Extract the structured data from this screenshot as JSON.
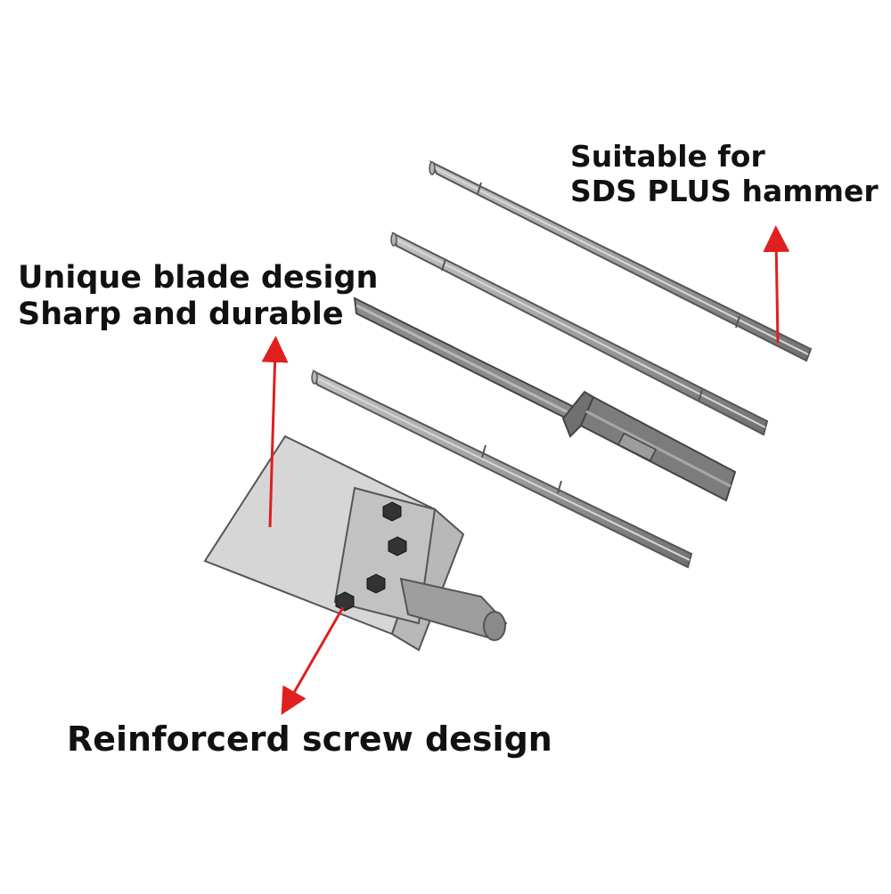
{
  "annotations": {
    "sds": {
      "line1": "Suitable for",
      "line2": "SDS PLUS hammer"
    },
    "blade": {
      "line1": "Unique blade design",
      "line2": "Sharp and durable"
    },
    "screw": {
      "line1": "Reinforcerd screw design"
    }
  },
  "colors": {
    "arrow": "#e01f1f",
    "rod_body": "#9a9a9a",
    "rod_dark": "#6e6e6e",
    "rod_light": "#c9c9c9",
    "blade": "#d3d3d3",
    "screw": "#333333"
  }
}
